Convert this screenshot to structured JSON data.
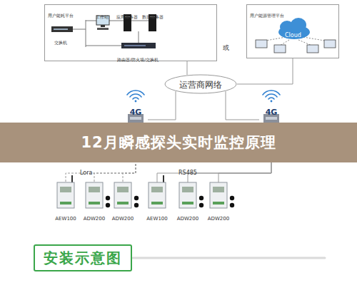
{
  "diagram": {
    "title": "12月瞬感探头实时监控原理",
    "nodes": [
      {
        "text": [
          "用户能耗平台"
        ]
      },
      {
        "text": [
          "用户能源管理平台"
        ]
      },
      {
        "text": [
          "运营商网络"
        ]
      },
      {
        "text": [
          "4G"
        ]
      },
      {
        "text": [
          "4G"
        ]
      },
      {
        "text": [
          "AEW100"
        ]
      },
      {
        "text": [
          "ADW200"
        ]
      },
      {
        "text": [
          "ADW200"
        ]
      },
      {
        "text": [
          "AEW100"
        ]
      },
      {
        "text": [
          "ADW200"
        ]
      },
      {
        "text": [
          "ADW200"
        ]
      },
      {
        "text": [
          "安装示意图"
        ]
      }
    ],
    "edges": [
      {
        "from": 0,
        "to": 2,
        "arrow": "none"
      },
      {
        "from": 1,
        "to": 2,
        "arrow": "none"
      },
      {
        "from": 2,
        "to": 3,
        "arrow": "none"
      },
      {
        "from": 2,
        "to": 4,
        "arrow": "none"
      },
      {
        "from": 3,
        "to": 5,
        "arrow": "none"
      },
      {
        "from": 3,
        "to": 6,
        "arrow": "none"
      },
      {
        "from": 3,
        "to": 7,
        "arrow": "none"
      },
      {
        "from": 4,
        "to": 8,
        "arrow": "none"
      },
      {
        "from": 4,
        "to": 9,
        "arrow": "none"
      },
      {
        "from": 4,
        "to": 10,
        "arrow": "none"
      }
    ],
    "labels": [
      "或",
      "交换机",
      "工作站",
      "应用服务器",
      "数据服务器",
      "路由器/防火墙/交换机",
      "Cloud",
      "Lora",
      "RS485"
    ]
  }
}
